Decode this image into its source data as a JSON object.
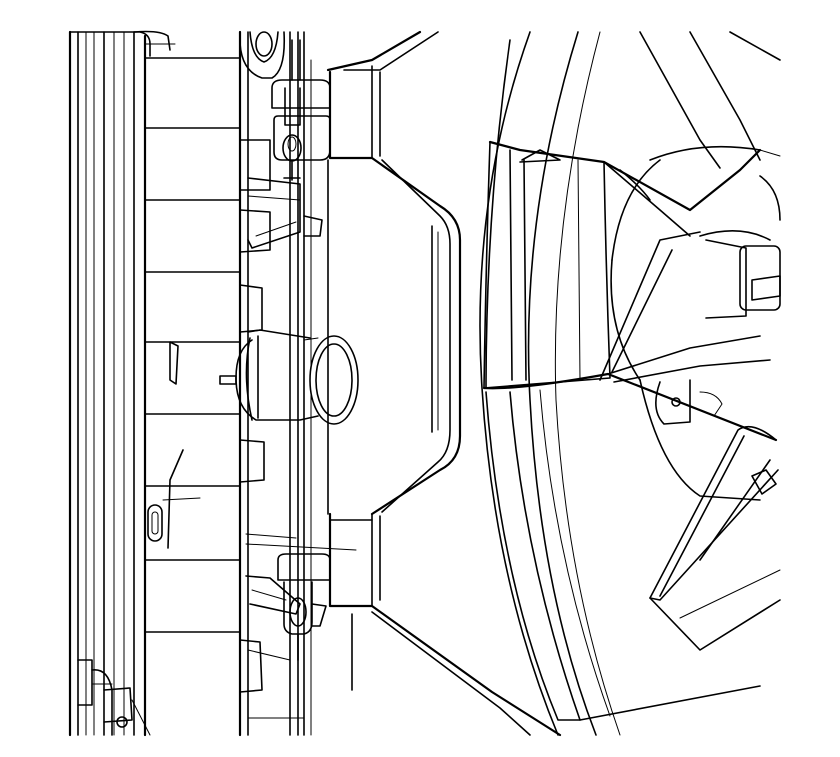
{
  "diagram": {
    "style": "black line-art technical illustration",
    "background_color": "#ffffff",
    "line_color": "#000000",
    "components": [
      "radiator-core",
      "fan-shroud",
      "mounting-clip-upper",
      "mounting-clip-lower",
      "hose-outlet-pipe",
      "cooling-fan-blades",
      "fan-motor-hub"
    ]
  }
}
